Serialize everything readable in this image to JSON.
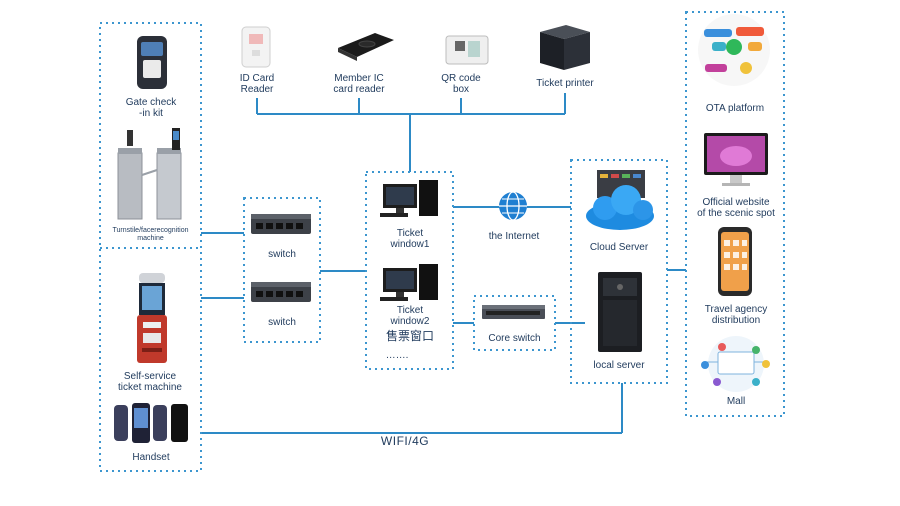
{
  "colors": {
    "line": "#2d8ac6",
    "box_border": "#3c96cf",
    "text": "#1f3a5c"
  },
  "devices": {
    "id_card_reader": "ID Card\nReader",
    "member_ic_reader": "Member IC\ncard reader",
    "qr_code_box": "QR code\nbox",
    "ticket_printer": "Ticket printer"
  },
  "left_group": {
    "gate_kit": "Gate check\n-in kit",
    "turnstile": "Turnstile/facerecognition\nmachine",
    "self_service": "Self-service\nticket machine",
    "handset": "Handset"
  },
  "switches": {
    "switch_top": "switch",
    "switch_bottom": "switch"
  },
  "ticket_windows": {
    "window1": "Ticket\nwindow1",
    "window2": "Ticket\nwindow2",
    "window_cn": "售票窗口",
    "ellipsis": "……."
  },
  "network": {
    "internet": "the Internet",
    "core_switch": "Core switch",
    "cloud_server": "Cloud Server",
    "local_server": "local server"
  },
  "right_group": {
    "ota": "OTA platform",
    "official_site": "Official website\nof the scenic spot",
    "travel_agency": "Travel agency\ndistribution",
    "mall": "Mall"
  },
  "wifi_label": "WIFI/4G",
  "icons": [
    "id-card-reader-icon",
    "member-ic-reader-icon",
    "qr-code-box-icon",
    "ticket-printer-icon",
    "gate-kit-icon",
    "turnstile-icon",
    "kiosk-icon",
    "handset-icon",
    "network-switch-icon",
    "desktop-pc-icon",
    "globe-icon",
    "cloud-server-icon",
    "tower-server-icon",
    "ota-logos-icon",
    "monitor-icon",
    "smartphone-icon",
    "mall-network-icon"
  ]
}
